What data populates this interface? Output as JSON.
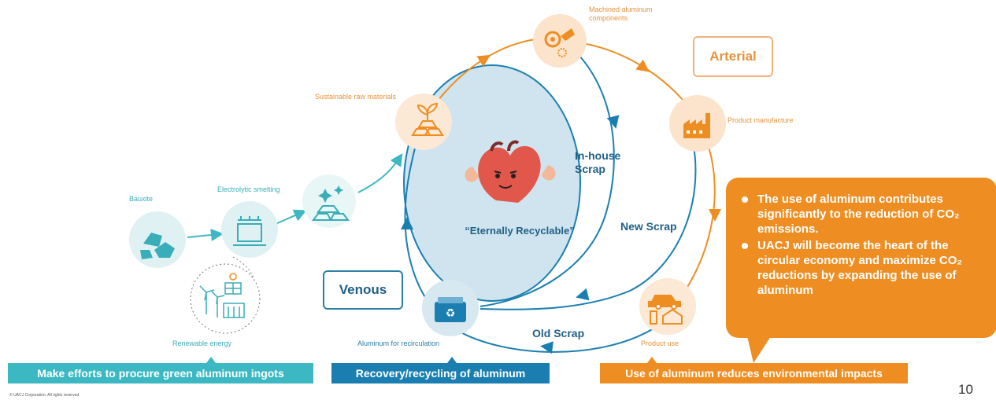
{
  "nodes": {
    "bauxite": {
      "label": "Bauxite",
      "icon": "ore-rocks-icon"
    },
    "electrolytic": {
      "label": "Electrolytic smelting",
      "icon": "smelter-icon"
    },
    "ingots": {
      "icon": "aluminum-ingots-icon"
    },
    "renewable": {
      "label": "Renewable energy",
      "icon": "renewable-energy-icon"
    },
    "sustainable": {
      "label": "Sustainable raw materials",
      "icon": "sustainable-ingots-icon"
    },
    "machined": {
      "label": "Machined aluminum components",
      "icon": "machined-parts-icon"
    },
    "product_manufacture": {
      "label": "Product manufacture",
      "icon": "factory-icon"
    },
    "product_use": {
      "label": "Product use",
      "icon": "car-house-icon"
    },
    "recirculation": {
      "label": "Aluminum for recirculation",
      "icon": "recycle-bin-icon"
    }
  },
  "scrap": {
    "in_house": "In-house\nScrap",
    "new": "New Scrap",
    "old": "Old Scrap"
  },
  "center": {
    "text": "“Eternally  Recyclable”",
    "icon": "heart-mascot-icon"
  },
  "labels": {
    "arterial": "Arterial",
    "venous": "Venous"
  },
  "callout": {
    "bullets": [
      "The use of aluminum contributes significantly to the reduction of CO₂ emissions.",
      "UACJ will become the heart of the circular economy and maximize CO₂ reductions by expanding the use of aluminum"
    ]
  },
  "bands": {
    "green": "Make efforts to procure green aluminum ingots",
    "recovery": "Recovery/recycling of aluminum",
    "impact": "Use of aluminum reduces environmental impacts"
  },
  "footer": {
    "copyright": "© UACJ Corporation. All rights reserved.",
    "page": "10"
  },
  "colors": {
    "orange": "#ee8e22",
    "teal": "#3bb8c1",
    "blue": "#1a7fb0",
    "lightblue": "#cfe4ef"
  }
}
